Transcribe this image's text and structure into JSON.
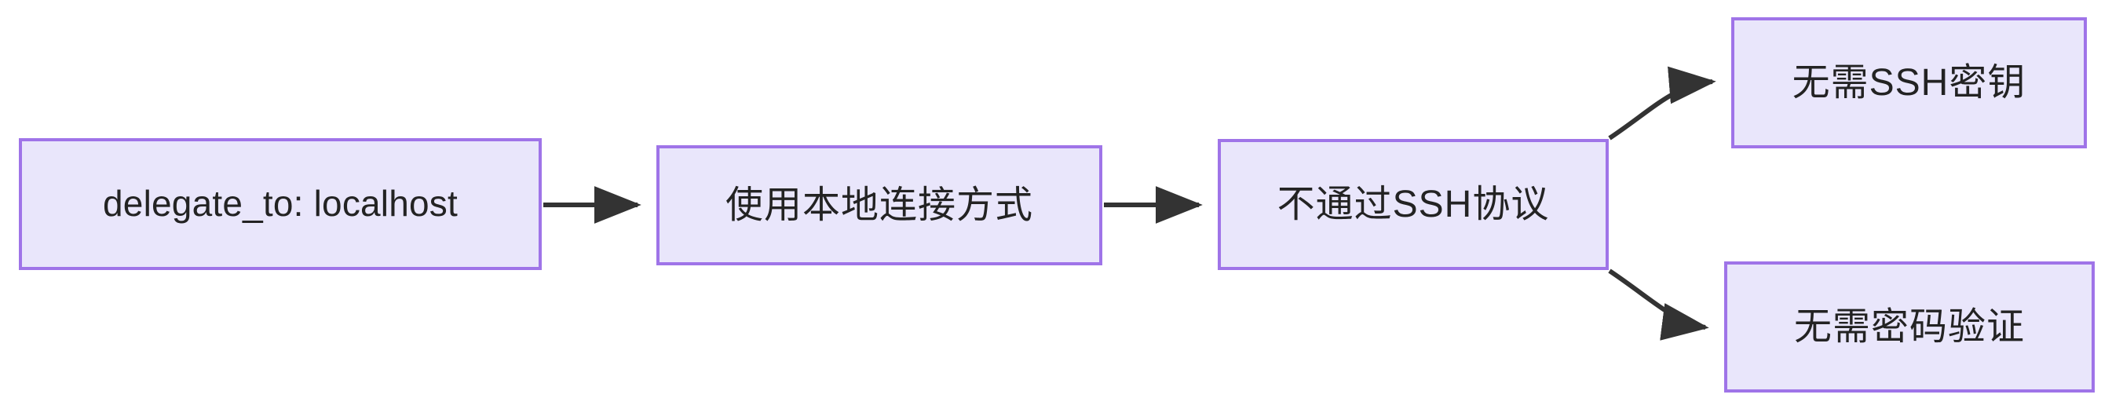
{
  "diagram": {
    "type": "flowchart",
    "direction": "left-to-right",
    "title": "delegate_to: localhost flow",
    "colors": {
      "node_fill": "#e9e6fb",
      "node_border": "#9f74e8",
      "node_text": "#232323",
      "edge": "#333333",
      "background": "#ffffff"
    },
    "nodes": [
      {
        "id": "delegate",
        "label": "delegate_to: localhost"
      },
      {
        "id": "localconn",
        "label": "使用本地连接方式"
      },
      {
        "id": "nossh",
        "label": "不通过SSH协议"
      },
      {
        "id": "nokey",
        "label": "无需SSH密钥"
      },
      {
        "id": "nopassword",
        "label": "无需密码验证"
      }
    ],
    "edges": [
      {
        "from": "delegate",
        "to": "localconn",
        "style": "straight",
        "arrow": "end",
        "label": ""
      },
      {
        "from": "localconn",
        "to": "nossh",
        "style": "straight",
        "arrow": "end",
        "label": ""
      },
      {
        "from": "nossh",
        "to": "nokey",
        "style": "curved",
        "arrow": "end",
        "label": ""
      },
      {
        "from": "nossh",
        "to": "nopassword",
        "style": "curved",
        "arrow": "end",
        "label": ""
      }
    ]
  }
}
